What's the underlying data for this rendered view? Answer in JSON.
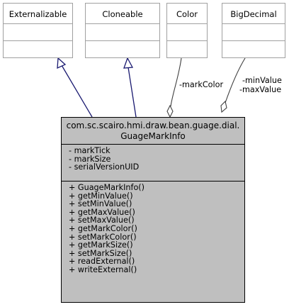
{
  "classes": {
    "externalizable": "Externalizable",
    "cloneable": "Cloneable",
    "color": "Color",
    "bigdecimal": "BigDecimal"
  },
  "main": {
    "title_line1": "com.sc.scairo.hmi.draw.bean.guage.dial.",
    "title_line2": "GuageMarkInfo",
    "attributes": [
      "- markTick",
      "- markSize",
      "- serialVersionUID"
    ],
    "operations": [
      "+ GuageMarkInfo()",
      "+ getMinValue()",
      "+ setMinValue()",
      "+ getMaxValue()",
      "+ setMaxValue()",
      "+ getMarkColor()",
      "+ setMarkColor()",
      "+ getMarkSize()",
      "+ setMarkSize()",
      "+ readExternal()",
      "+ writeExternal()"
    ]
  },
  "edge_labels": {
    "mark_color": "-markColor",
    "min_value": "-minValue",
    "max_value": "-maxValue"
  }
}
